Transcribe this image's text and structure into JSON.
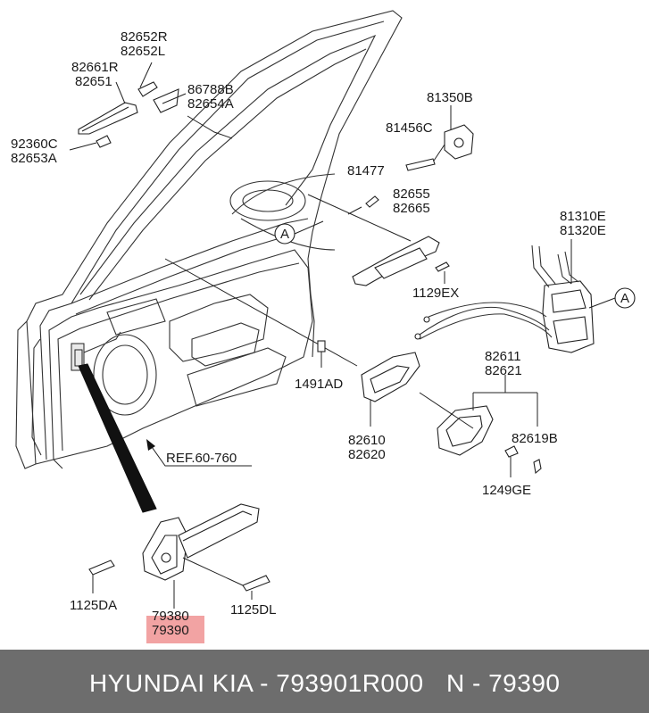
{
  "labels": {
    "p82652": [
      "82652R",
      "82652L"
    ],
    "p82661": [
      "82661R",
      "82651"
    ],
    "p86788": [
      "86788B",
      "82654A"
    ],
    "p92360": [
      "92360C",
      "82653A"
    ],
    "p81350": "81350B",
    "p81456": "81456C",
    "p81477": "81477",
    "p82655": [
      "82655",
      "82665"
    ],
    "p1129": "1129EX",
    "p81310": [
      "81310E",
      "81320E"
    ],
    "p1491": "1491AD",
    "p82611": [
      "82611",
      "82621"
    ],
    "p82610": [
      "82610",
      "82620"
    ],
    "p82619": "82619B",
    "p1249": "1249GE",
    "ref": "REF.60-760",
    "p1125da": "1125DA",
    "p79380": "79380",
    "p79390": "79390",
    "p1125dl": "1125DL",
    "callout_a": "A"
  },
  "footer": {
    "left": "HYUNDAI  KIA - 793901R000",
    "right": "N - 79390"
  },
  "colors": {
    "highlight": "#f2a3a3",
    "footer_bg": "#6d6d6d",
    "footer_text": "#ffffff"
  }
}
